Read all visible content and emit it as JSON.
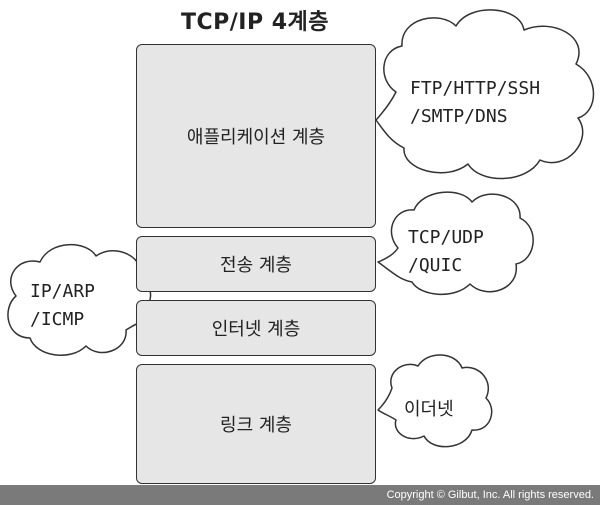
{
  "title": "TCP/IP 4계층",
  "layers": [
    {
      "name": "애플리케이션 계층",
      "protocols": [
        "FTP/HTTP/SSH",
        "/SMTP/DNS"
      ]
    },
    {
      "name": "전송 계층",
      "protocols": [
        "TCP/UDP",
        "/QUIC"
      ]
    },
    {
      "name": "인터넷 계층",
      "protocols": [
        "IP/ARP",
        "/ICMP"
      ]
    },
    {
      "name": "링크 계층",
      "protocols": [
        "이더넷"
      ]
    }
  ],
  "footer": "Copyright © Gilbut, Inc. All rights reserved."
}
